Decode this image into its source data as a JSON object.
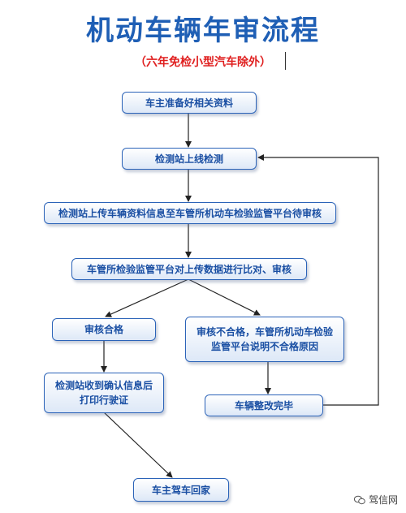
{
  "title": "机动车辆年审流程",
  "subtitle": "（六年免检小型汽车除外）",
  "steps": {
    "prepare_docs": "车主准备好相关资料",
    "online_inspection": "检测站上线检测",
    "upload_info": "检测站上传车辆资料信息至车管所机动车检验监管平台待审核",
    "platform_compare": "车管所检验监管平台对上传数据进行比对、审核",
    "review_pass": "审核合格",
    "review_fail_line1": "审核不合格，车管所机动车检验",
    "review_fail_line2": "监管平台说明不合格原因",
    "print_sticker_line1": "检测站收到确认信息后",
    "print_sticker_line2": "打印行驶证",
    "rectify_done": "车辆整改完毕",
    "drive_home": "车主驾车回家"
  },
  "watermark": {
    "icon": "wechat-icon",
    "text": "驾信网"
  },
  "colors": {
    "title": "#1f5fb5",
    "subtitle": "#e02020",
    "box_border": "#2b63b8",
    "box_text": "#1a4fa3",
    "arrow": "#222222"
  }
}
